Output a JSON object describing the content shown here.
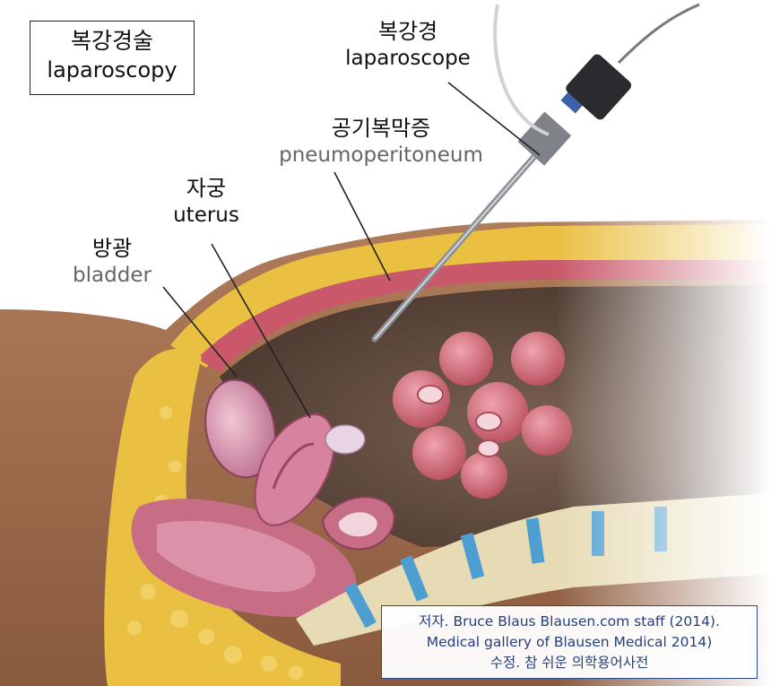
{
  "title": {
    "korean": "복강경술",
    "english": "laparoscopy"
  },
  "labels": {
    "laparoscope": {
      "korean": "복강경",
      "english": "laparoscope"
    },
    "pneumoperitoneum": {
      "korean": "공기복막증",
      "english": "pneumoperitoneum"
    },
    "uterus": {
      "korean": "자궁",
      "english": "uterus"
    },
    "bladder": {
      "korean": "방광",
      "english": "bladder"
    }
  },
  "credit": {
    "line1": "저자. Bruce Blaus Blausen.com staff (2014).",
    "line2": "Medical gallery of Blausen Medical 2014)",
    "line3": "수정. 참 쉬운 의학용어사전"
  },
  "colors": {
    "skin": "#a06f4f",
    "fat": "#eac043",
    "muscle": "#c9586a",
    "organ_pink": "#dd8aa6",
    "bowel": "#d86e7f",
    "spine": "#e6dbb4",
    "disc": "#4f9ed1",
    "cavity": "#6d5547",
    "credit_border": "#2a4a8a"
  }
}
